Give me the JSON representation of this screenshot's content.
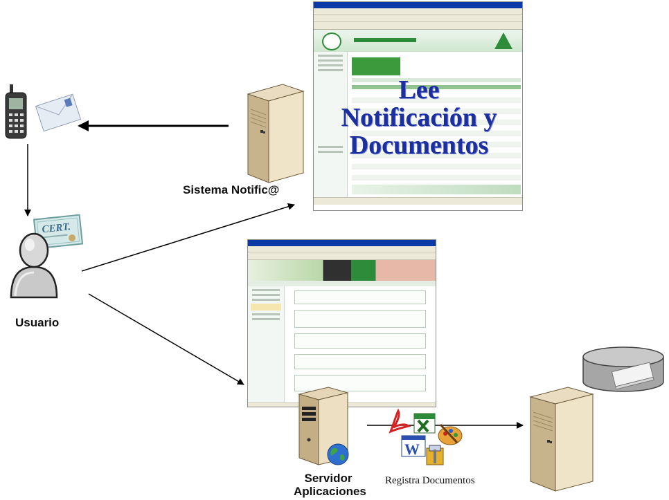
{
  "labels": {
    "sistema": "Sistema Notific@",
    "usuario": "Usuario",
    "servidor_line1": "Servidor",
    "servidor_line2": "Aplicaciones",
    "registra": "Registra Documentos",
    "overlay_line1": "Lee",
    "overlay_line2": "Notificación y",
    "overlay_line3": "Documentos",
    "cert": "CERT."
  },
  "colors": {
    "overlay_text": "#1c2f9e",
    "notific_header": "#2e8b3a",
    "green_band": "#3c9a3c",
    "arrow": "#000000"
  },
  "icons": [
    "mobile-phone-icon",
    "envelope-icon",
    "certificate-icon",
    "user-icon",
    "server-icon",
    "database-icon",
    "pdf-icon",
    "excel-icon",
    "word-icon",
    "paint-icon",
    "archive-icon",
    "globe-icon"
  ]
}
